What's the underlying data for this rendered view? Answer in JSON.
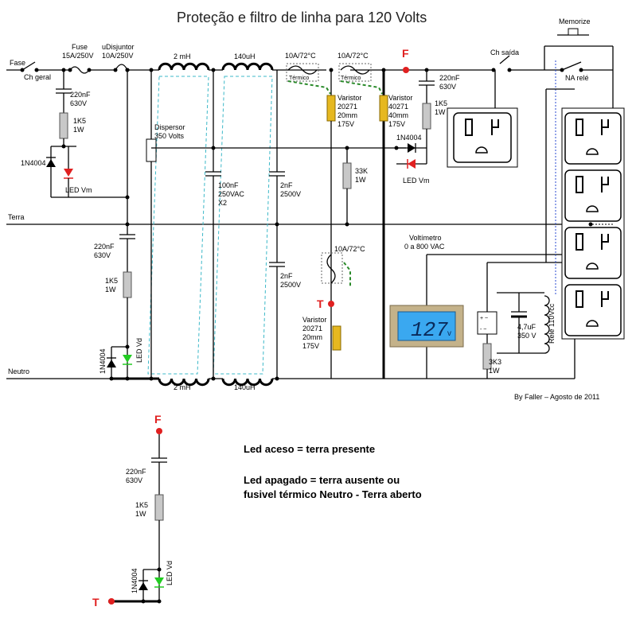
{
  "title": "Proteção e filtro de linha para 120 Volts",
  "credit": "By Faller – Agosto de 2011",
  "rails": {
    "fase": "Fase",
    "terra": "Terra",
    "neutro": "Neutro"
  },
  "switches": {
    "ch_geral": "Ch geral",
    "ch_saida": "Ch saída",
    "memorize": "Memorize",
    "na_rele": "NA relé"
  },
  "fuse": {
    "name": "Fuse",
    "rating": "15A/250V"
  },
  "breaker": {
    "name": "uDisjuntor",
    "rating": "10A/250V"
  },
  "inductors": {
    "l1": "2 mH",
    "l2": "140uH",
    "l3": "2 mH",
    "l4": "140uH"
  },
  "thermal_fuses": {
    "rating": "10A/72°C",
    "label": "Térmico"
  },
  "cap_main": [
    "100nF",
    "250VAC",
    "X2"
  ],
  "cap_2nf": [
    "2nF",
    "2500V"
  ],
  "cap_220": [
    "220nF",
    "630V"
  ],
  "res_1k5": [
    "1K5",
    "1W"
  ],
  "res_33k": [
    "33K",
    "1W"
  ],
  "res_3k3": [
    "3K3",
    "1W"
  ],
  "diode": "1N4004",
  "led_vm": "LED Vm",
  "led_vd": "LED Vd",
  "dispersor": [
    "Dispersor",
    "350 Volts"
  ],
  "varistor_a": [
    "Varistor",
    "20271",
    "20mm",
    "175V"
  ],
  "varistor_b": [
    "Varistor",
    "40271",
    "40mm",
    "175V"
  ],
  "voltmeter": {
    "label": [
      "Voltímetro",
      "0 a 800 VAC"
    ],
    "reading": "127",
    "unit": "v"
  },
  "cap_4u7": [
    "4,7uF",
    "350 V"
  ],
  "rele": "Relé 110Vcc",
  "point_f": "F",
  "point_t": "T",
  "notes": {
    "line1": "Led aceso = terra presente",
    "line2": "Led apagado = terra ausente ou",
    "line3": "fusivel térmico Neutro - Terra aberto"
  },
  "colors": {
    "wire": "#000000",
    "resistor": "#c8c8c8",
    "varistor": "#e6b820",
    "red_mark": "#e02020",
    "led_green": "#22cc22",
    "lcd": "#3aa8f0"
  }
}
